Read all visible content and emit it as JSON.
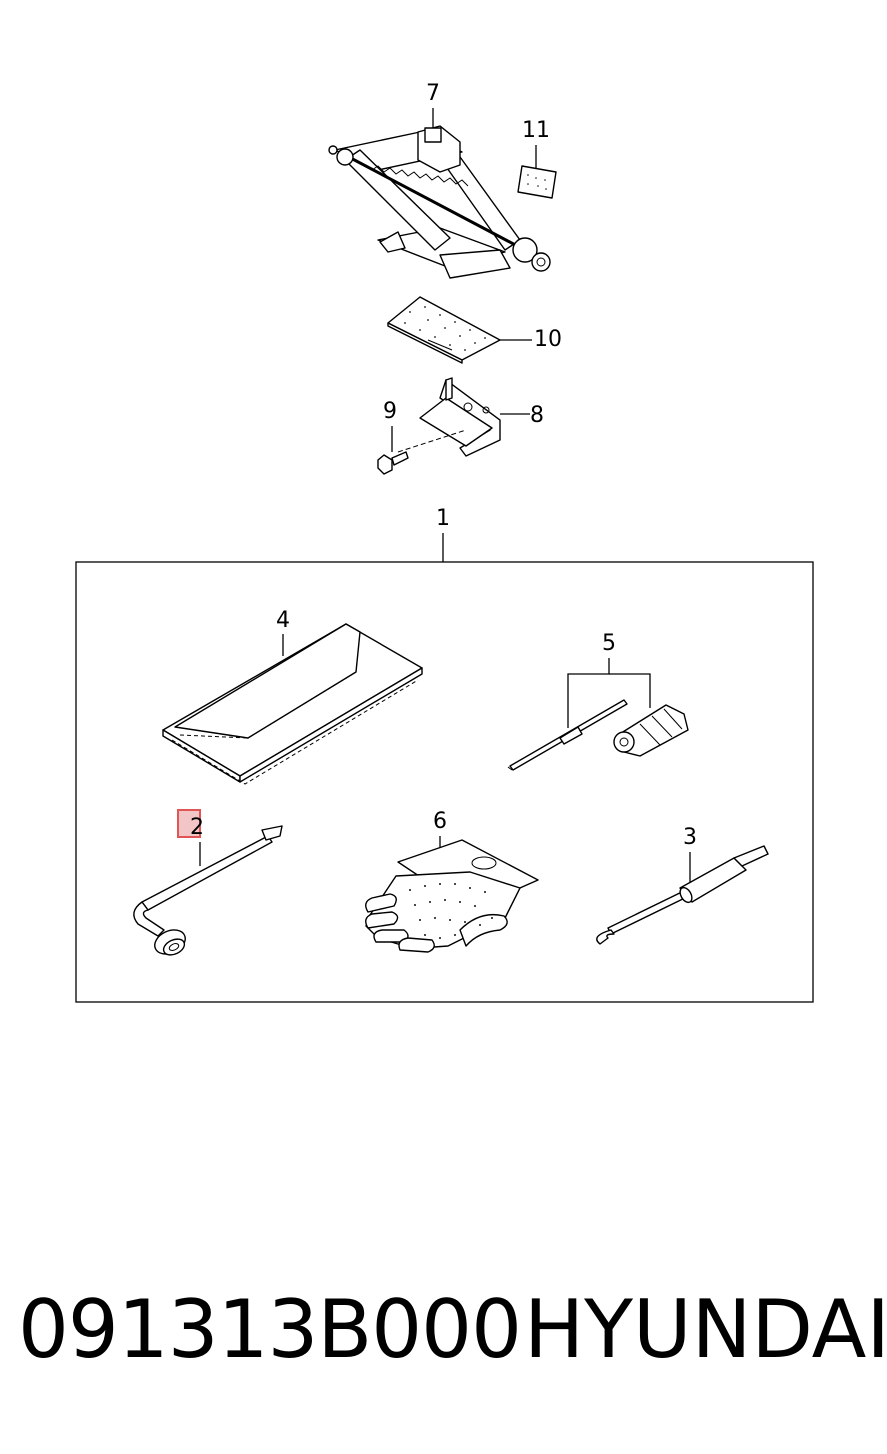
{
  "callouts": {
    "c1": "1",
    "c2": "2",
    "c3": "3",
    "c4": "4",
    "c5": "5",
    "c6": "6",
    "c7": "7",
    "c8": "8",
    "c9": "9",
    "c10": "10",
    "c11": "11"
  },
  "footer": {
    "part_number": "091313B000",
    "brand": "HYUNDAI"
  },
  "highlight_color": "#e05555"
}
